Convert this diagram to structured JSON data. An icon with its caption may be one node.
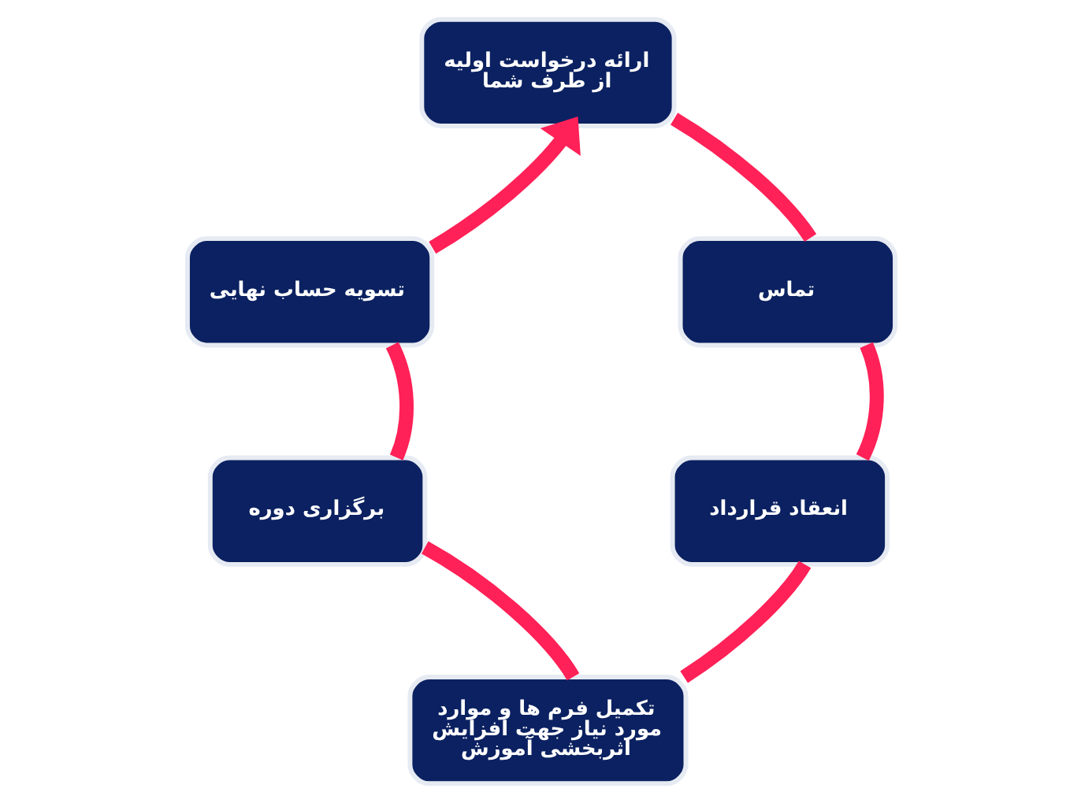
{
  "diagram": {
    "nodes": [
      {
        "text": [
          "ارائه درخواست اولیه از طرف شما"
        ]
      },
      {
        "text": [
          "تماس"
        ]
      },
      {
        "text": [
          "انعقاد قرارداد"
        ]
      },
      {
        "text": [
          "تکمیل فرم ها و موارد مورد نیاز جهت افزایش اثربخشی آموزش"
        ]
      },
      {
        "text": [
          "برگزاری دوره"
        ]
      },
      {
        "text": [
          "تسویه حساب نهایی"
        ]
      }
    ],
    "edges": [
      {
        "from": 0,
        "to": 1,
        "arrow": "none"
      },
      {
        "from": 1,
        "to": 2,
        "arrow": "none"
      },
      {
        "from": 2,
        "to": 3,
        "arrow": "none"
      },
      {
        "from": 3,
        "to": 4,
        "arrow": "none"
      },
      {
        "from": 4,
        "to": 5,
        "arrow": "none"
      },
      {
        "from": 5,
        "to": 0,
        "arrow": "to"
      }
    ]
  }
}
